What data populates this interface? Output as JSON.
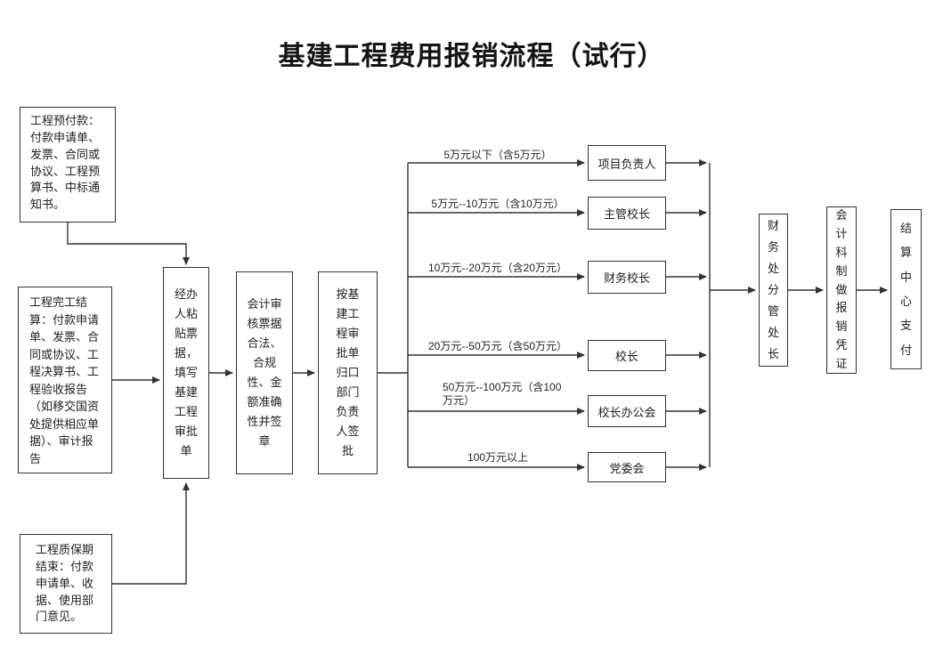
{
  "title": "基建工程费用报销流程（试行）",
  "sources": {
    "prepayment": "工程预付款：付款申请单、发票、合同或协议、工程预算书、中标通知书。",
    "completion": "工程完工结算：付款申请单、发票、合同或协议、工程决算书、工程验收报告（如移交国资处提供相应单据）、审计报告",
    "warranty": "工程质保期结束：付款申请单、收据、使用部门意见。"
  },
  "steps": [
    {
      "label": "经办人粘贴票据，填写基建工程审批单"
    },
    {
      "label": "会计审核票据合法、合规性、金额准确性并签章"
    },
    {
      "label": "按基建工程审批单归口部门负责人签批"
    }
  ],
  "branches": [
    {
      "range": "5万元以下（含5万元）",
      "approver": "项目负责人"
    },
    {
      "range": "5万元--10万元（含10万元）",
      "approver": "主管校长"
    },
    {
      "range": "10万元--20万元（含20万元）",
      "approver": "财务校长"
    },
    {
      "range": "20万元--50万元（含50万元）",
      "approver": "校长"
    },
    {
      "range": "50万元--100万元（含100万元）",
      "approver": "校长办公会"
    },
    {
      "range": "100万元以上",
      "approver": "党委会"
    }
  ],
  "finalize": [
    {
      "label": "财务处分管处长"
    },
    {
      "label": "会计科制做报销凭证"
    },
    {
      "label": "结算中心支付"
    }
  ]
}
